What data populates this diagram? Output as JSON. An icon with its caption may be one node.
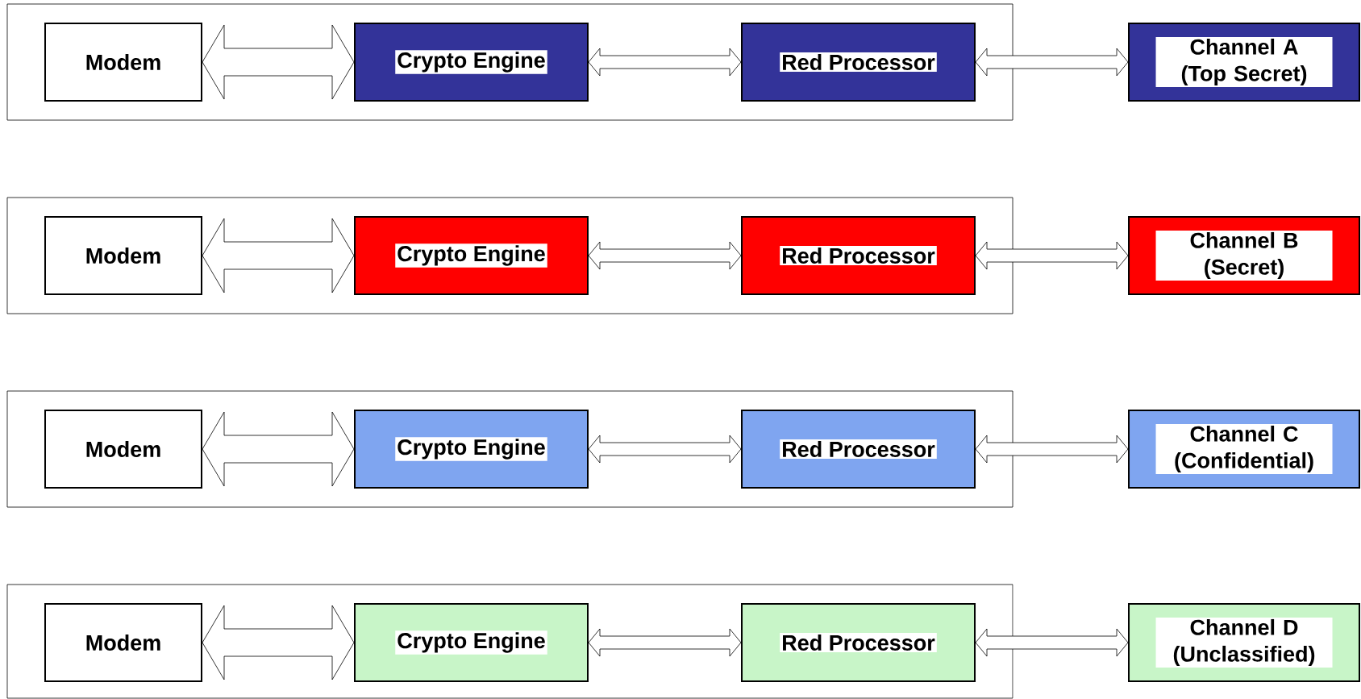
{
  "diagram": {
    "nodes": [
      {
        "text": [],
        "shape": "box"
      },
      {
        "text": [
          "Modem"
        ],
        "in": 0
      },
      {
        "text": [
          "Crypto Engine"
        ],
        "in": 0
      },
      {
        "text": [
          "Red Processor"
        ],
        "in": 0
      },
      {
        "text": [
          "Channel A (Top Secret)"
        ]
      },
      {
        "text": [],
        "shape": "box"
      },
      {
        "text": [
          "Modem"
        ],
        "in": 5
      },
      {
        "text": [
          "Crypto Engine"
        ],
        "in": 5
      },
      {
        "text": [
          "Red Processor"
        ],
        "in": 5
      },
      {
        "text": [
          "Channel B (Secret)"
        ]
      },
      {
        "text": [],
        "shape": "box"
      },
      {
        "text": [
          "Modem"
        ],
        "in": 10
      },
      {
        "text": [
          "Crypto Engine"
        ],
        "in": 10
      },
      {
        "text": [
          "Red Processor"
        ],
        "in": 10
      },
      {
        "text": [
          "Channel C (Confidential)"
        ]
      },
      {
        "text": [],
        "shape": "box"
      },
      {
        "text": [
          "Modem"
        ],
        "in": 15
      },
      {
        "text": [
          "Crypto Engine"
        ],
        "in": 15
      },
      {
        "text": [
          "Red Processor"
        ],
        "in": 15
      },
      {
        "text": [
          "Channel D (Unclassified)"
        ]
      }
    ],
    "edges": [
      {
        "from": 1,
        "to": 2,
        "arrow": "both"
      },
      {
        "from": 2,
        "to": 3,
        "arrow": "both"
      },
      {
        "from": 3,
        "to": 4,
        "arrow": "both"
      },
      {
        "from": 6,
        "to": 7,
        "arrow": "both"
      },
      {
        "from": 7,
        "to": 8,
        "arrow": "both"
      },
      {
        "from": 8,
        "to": 9,
        "arrow": "both"
      },
      {
        "from": 11,
        "to": 12,
        "arrow": "both"
      },
      {
        "from": 12,
        "to": 13,
        "arrow": "both"
      },
      {
        "from": 13,
        "to": 14,
        "arrow": "both"
      },
      {
        "from": 16,
        "to": 17,
        "arrow": "both"
      },
      {
        "from": 17,
        "to": 18,
        "arrow": "both"
      },
      {
        "from": 18,
        "to": 19,
        "arrow": "both"
      }
    ]
  }
}
